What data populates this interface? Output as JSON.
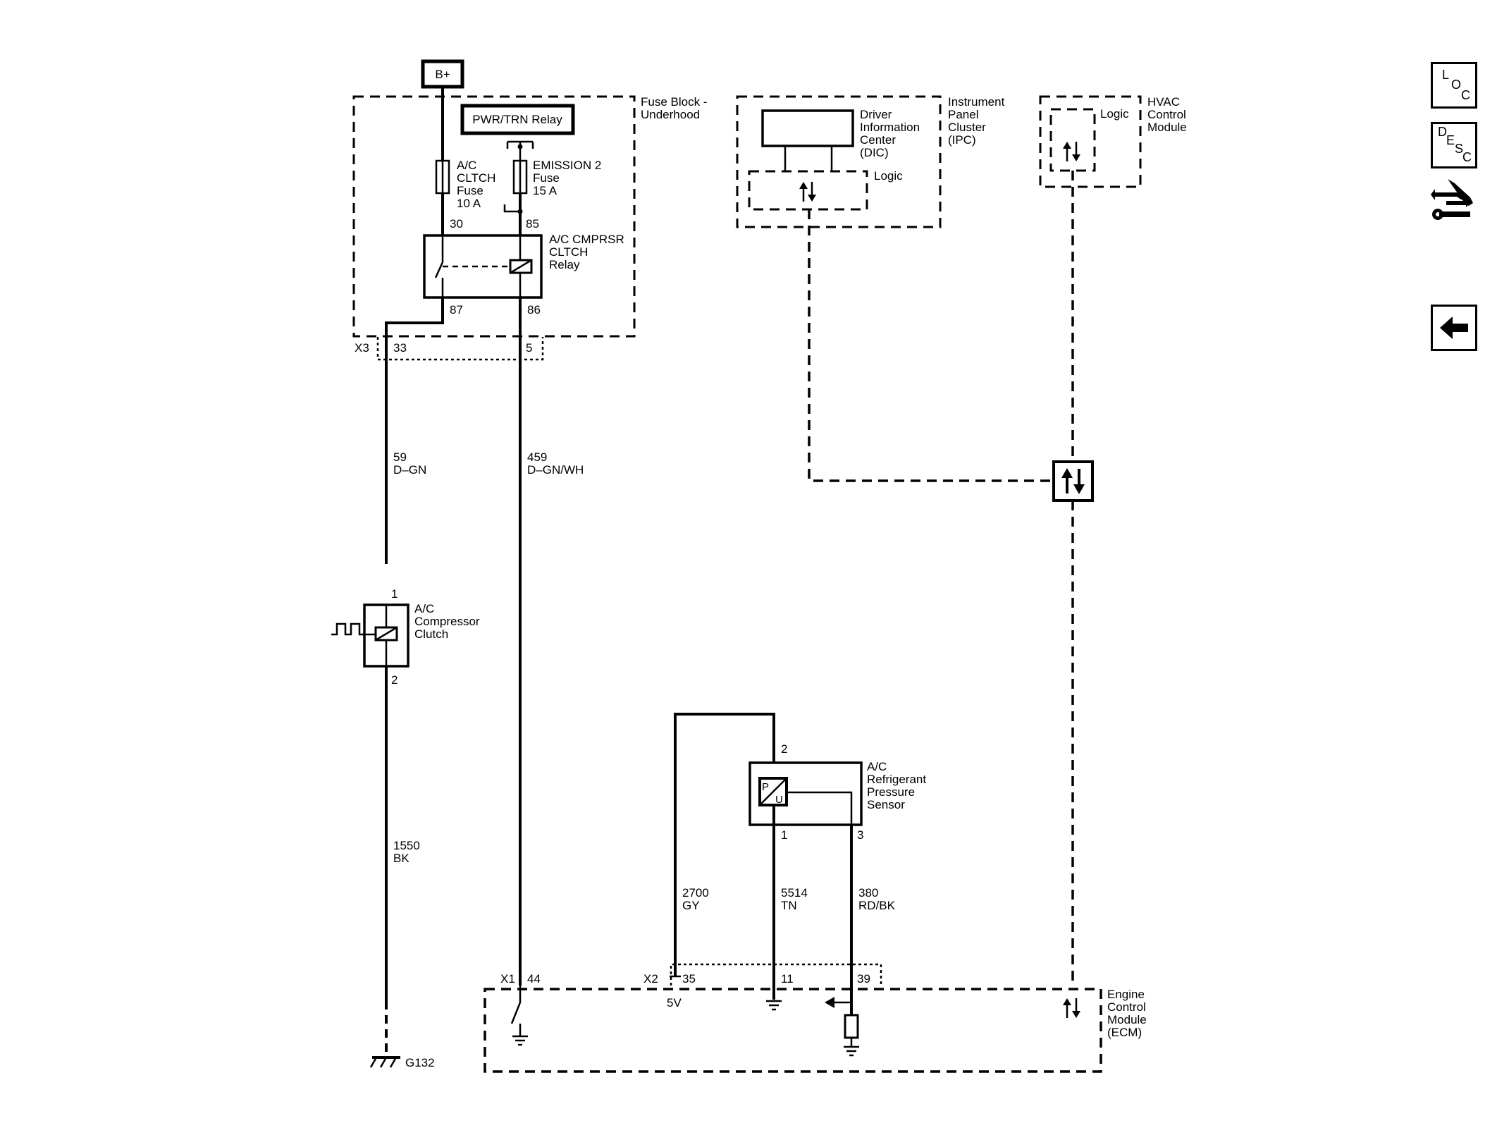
{
  "supply": {
    "bplus": "B+"
  },
  "fuse_block": {
    "title_line1": "Fuse Block -",
    "title_line2": "Underhood",
    "pwr_trn_relay": "PWR/TRN Relay",
    "fuse_ac": {
      "line1": "A/C",
      "line2": "CLTCH",
      "line3": "Fuse",
      "line4": "10 A"
    },
    "fuse_emission": {
      "line1": "EMISSION 2",
      "line2": "Fuse",
      "line3": "15 A"
    },
    "relay": {
      "line1": "A/C CMPRSR",
      "line2": "CLTCH",
      "line3": "Relay"
    },
    "pins": {
      "p30": "30",
      "p85": "85",
      "p87": "87",
      "p86": "86"
    }
  },
  "connector_x3": {
    "name": "X3",
    "pin_a": "33",
    "pin_b": "5"
  },
  "wire_59": {
    "circuit": "59",
    "color": "D–GN"
  },
  "wire_459": {
    "circuit": "459",
    "color": "D–GN/WH"
  },
  "wire_1550": {
    "circuit": "1550",
    "color": "BK"
  },
  "wire_2700": {
    "circuit": "2700",
    "color": "GY"
  },
  "wire_5514": {
    "circuit": "5514",
    "color": "TN"
  },
  "wire_380": {
    "circuit": "380",
    "color": "RD/BK"
  },
  "compressor_clutch": {
    "line1": "A/C",
    "line2": "Compressor",
    "line3": "Clutch",
    "pin1": "1",
    "pin2": "2"
  },
  "ground_g132": "G132",
  "ipc": {
    "title_line1": "Instrument",
    "title_line2": "Panel",
    "title_line3": "Cluster",
    "title_line4": "(IPC)",
    "dic_line1": "Driver",
    "dic_line2": "Information",
    "dic_line3": "Center",
    "dic_line4": "(DIC)",
    "logic": "Logic"
  },
  "hvac": {
    "title_line1": "HVAC",
    "title_line2": "Control",
    "title_line3": "Module",
    "logic": "Logic"
  },
  "pressure_sensor": {
    "line1": "A/C",
    "line2": "Refrigerant",
    "line3": "Pressure",
    "line4": "Sensor",
    "pin1": "1",
    "pin2": "2",
    "pin3": "3",
    "symbol_p": "P",
    "symbol_u": "U"
  },
  "ecm": {
    "title_line1": "Engine",
    "title_line2": "Control",
    "title_line3": "Module",
    "title_line4": "(ECM)",
    "x1": "X1",
    "x1_pin": "44",
    "x2": "X2",
    "x2_pin_a": "35",
    "x2_pin_b": "11",
    "x2_pin_c": "39",
    "ref_5v": "5V"
  },
  "sidebar": {
    "loc": {
      "l": "L",
      "o": "O",
      "c": "C"
    },
    "desc": {
      "d": "D",
      "e": "E",
      "s": "S",
      "c": "C"
    }
  }
}
